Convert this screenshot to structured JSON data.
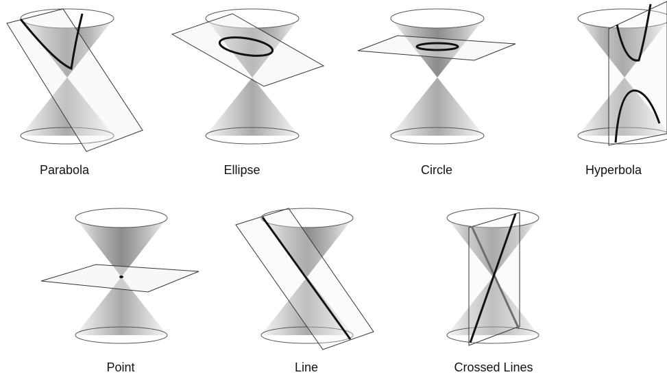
{
  "conic_sections": [
    {
      "id": "parabola",
      "label": "Parabola"
    },
    {
      "id": "ellipse",
      "label": "Ellipse"
    },
    {
      "id": "circle",
      "label": "Circle"
    },
    {
      "id": "hyperbola",
      "label": "Hyperbola"
    },
    {
      "id": "point",
      "label": "Point"
    },
    {
      "id": "line",
      "label": "Line"
    },
    {
      "id": "crossed-lines",
      "label": "Crossed Lines"
    }
  ],
  "colors": {
    "cone_dark": "#8e8e8e",
    "cone_light": "#dedede",
    "cone_rim": "#555555",
    "plane_stroke": "#333333",
    "plane_fill": "#f2f2f2",
    "curve": "#111111",
    "curve_back": "#6e6e6e"
  }
}
